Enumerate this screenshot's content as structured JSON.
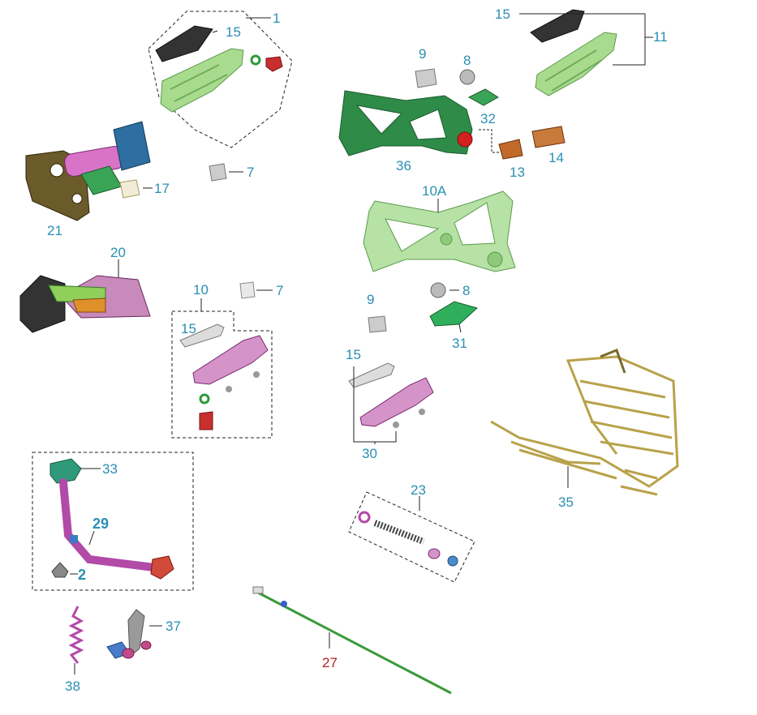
{
  "colors": {
    "label": "#2a8fb3",
    "label_red": "#b02020",
    "leader": "#222222",
    "green_dark": "#2e8b48",
    "green_light": "#9fd58a",
    "pink": "#c676c0",
    "olive": "#6b5a2a",
    "gold": "#b8a24a"
  },
  "labels": {
    "p1": "1",
    "p15a": "15",
    "p11": "11",
    "p15b": "15",
    "p9a": "9",
    "p8a": "8",
    "p32": "32",
    "p36": "36",
    "p13": "13",
    "p14": "14",
    "p7a": "7",
    "p17": "17",
    "p21": "21",
    "p10a": "10A",
    "p20": "20",
    "p10": "10",
    "p7b": "7",
    "p8b": "8",
    "p9b": "9",
    "p15c": "15",
    "p31": "31",
    "p15d": "15",
    "p30": "30",
    "p35": "35",
    "p33": "33",
    "p29": "29",
    "p2": "2",
    "p23": "23",
    "p37": "37",
    "p27": "27",
    "p38": "38"
  }
}
